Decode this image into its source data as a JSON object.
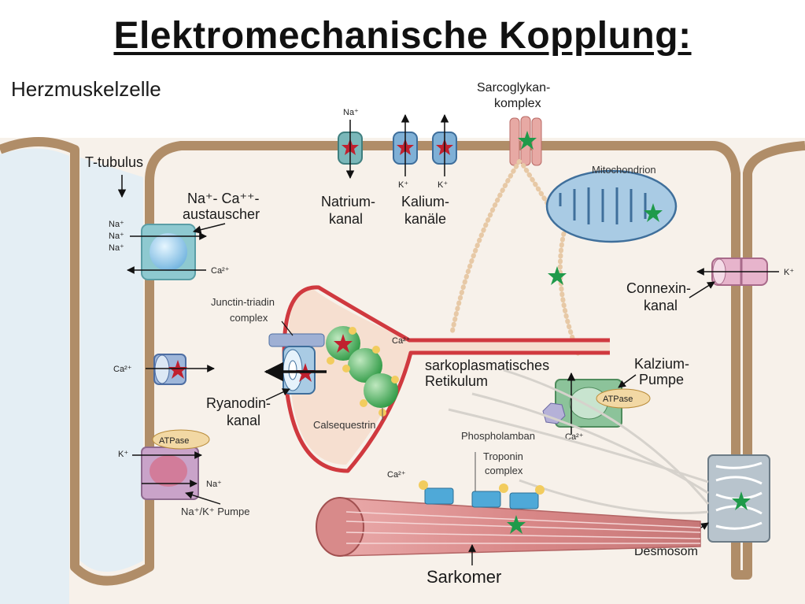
{
  "title": "Elektromechanische Kopplung:",
  "subtitle": "Herzmuskelzelle",
  "labels": {
    "t_tubulus": "T-tubulus",
    "nca_line1": "Na⁺- Ca⁺⁺-",
    "nca_line2": "austauscher",
    "na": "Na⁺",
    "k": "K⁺",
    "ca": "Ca²⁺",
    "natrium_1": "Natrium-",
    "natrium_2": "kanal",
    "kalium_1": "Kalium-",
    "kalium_2": "kanäle",
    "sarcoglykan_1": "Sarcoglykan-",
    "sarcoglykan_2": "komplex",
    "mitochondrion": "Mitochondrion",
    "connexin_1": "Connexin-",
    "connexin_2": "kanal",
    "junctin_1": "Junctin-triadin",
    "junctin_2": "complex",
    "sr_1": "sarkoplasmatisches",
    "sr_2": "Retikulum",
    "kalzium_1": "Kalzium-",
    "kalzium_2": "Pumpe",
    "atpase": "ATPase",
    "ryanodin_1": "Ryanodin-",
    "ryanodin_2": "kanal",
    "calsequestrin": "Calsequestrin",
    "phospholamban": "Phospholamban",
    "troponin_1": "Troponin",
    "troponin_2": "complex",
    "nak_pumpe": "Na⁺/K⁺ Pumpe",
    "desmosom": "Desmosom",
    "sarkomer": "Sarkomer"
  },
  "colors": {
    "membrane": "#b08d68",
    "cytoplasm": "#f6f0e8",
    "t_tubule": "#e3eef5",
    "sr_wall": "#d0393f",
    "sr_fill": "#f6dfd0",
    "star_red": "#c0202e",
    "star_green": "#1f9a4a",
    "channel_blue": "#7fb0d6",
    "channel_teal": "#7ab7b9",
    "pump_green": "#8cc39a",
    "pump_purple": "#c69fc4",
    "calsequestrin": "#49ad55",
    "ca_ion": "#f2cc5e",
    "troponin": "#4fa9d8",
    "sarcomere": "#d68a8a"
  }
}
